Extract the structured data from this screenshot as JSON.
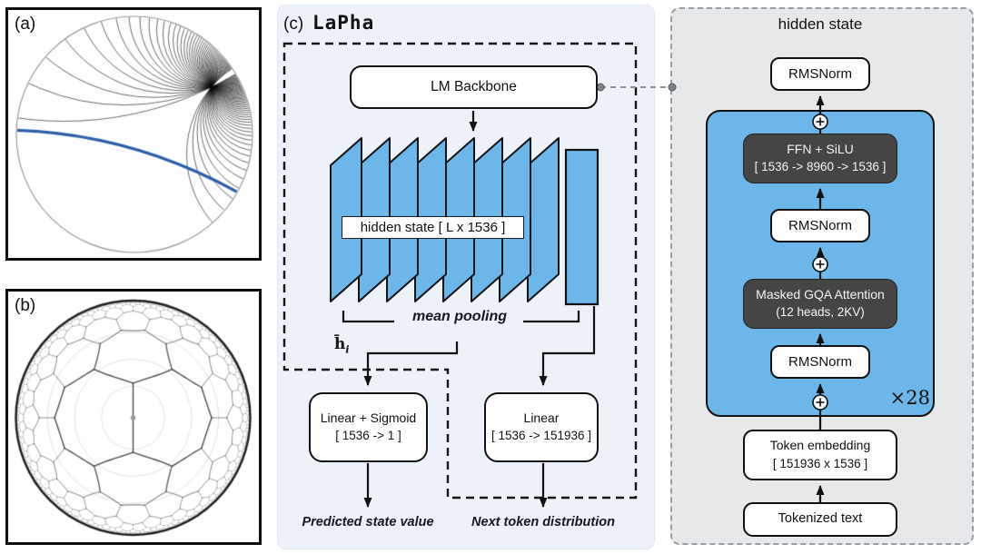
{
  "figure": {
    "panel_a": {
      "label": "(a)"
    },
    "panel_b": {
      "label": "(b)"
    },
    "panel_c": {
      "label": "(c)",
      "title": "LaPha",
      "backbone": "LM Backbone",
      "hidden_state_label": "hidden state [ L x 1536 ]",
      "mean_pooling": "mean pooling",
      "pooled_vector": "h̄",
      "pooled_vector_sub": "i",
      "value_head": {
        "name": "Linear + Sigmoid",
        "dims": "[ 1536 -> 1 ]"
      },
      "lm_head": {
        "name": "Linear",
        "dims": "[ 1536 -> 151936 ]"
      },
      "value_output": "Predicted state value",
      "token_output": "Next token distribution"
    },
    "hidden_state_detail": {
      "title": "hidden state",
      "rmsnorm": "RMSNorm",
      "ffn": {
        "name": "FFN + SiLU",
        "dims": "[ 1536 -> 8960 -> 1536 ]"
      },
      "attention": {
        "name": "Masked GQA Attention",
        "dims": "(12 heads, 2KV)"
      },
      "repeat": "×28",
      "embedding": {
        "name": "Token embedding",
        "dims": "[ 151936 x 1536 ]"
      },
      "tokenized": "Tokenized text"
    },
    "colors": {
      "blue": "#6cb6ea",
      "dark_box": "#454545",
      "panel_c_bg": "#edf2f9",
      "detail_bg": "#e6e8e9",
      "geodesic_blue": "#2d5fa8"
    }
  }
}
